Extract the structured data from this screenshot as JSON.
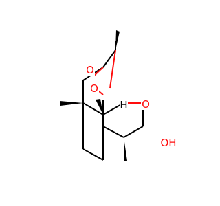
{
  "atoms": {
    "o_bridge_1": "O",
    "o_bridge_2": "O",
    "o_ring_left": "O",
    "o_ring_right": "O",
    "hydroxyl": "OH",
    "h_stereo": "H"
  },
  "colors": {
    "bond": "#000000",
    "oxygen": "#ff0d0d",
    "hydrogen": "#000000",
    "background": "#ffffff"
  }
}
